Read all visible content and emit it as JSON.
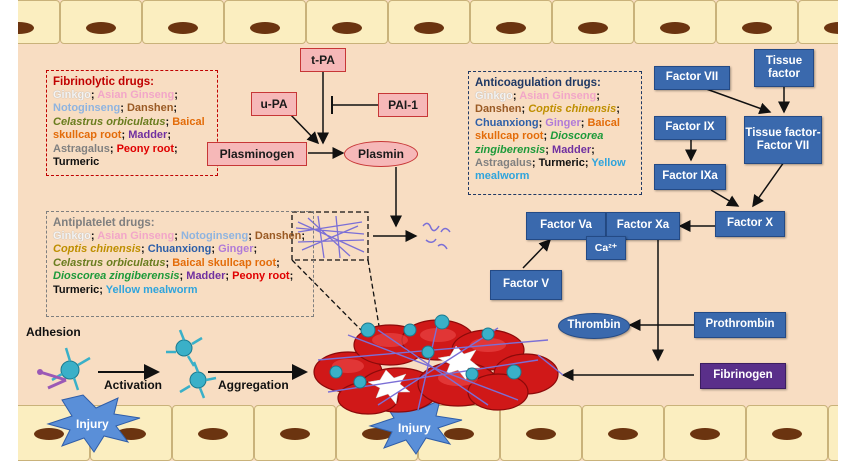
{
  "pathway": {
    "tpa": "t-PA",
    "upa": "u-PA",
    "pai1": "PAI-1",
    "plasminogen": "Plasminogen",
    "plasmin": "Plasmin"
  },
  "coagulation": {
    "factor_vii": "Factor VII",
    "tissue_factor": "Tissue factor",
    "factor_ix": "Factor IX",
    "tf_fvii": "Tissue factor-Factor VII",
    "factor_ixa": "Factor IXa",
    "factor_va": "Factor Va",
    "factor_xa": "Factor Xa",
    "factor_x": "Factor X",
    "calcium": "Ca²⁺",
    "factor_v": "Factor V",
    "thrombin": "Thrombin",
    "prothrombin": "Prothrombin",
    "fibrinogen": "Fibrinogen"
  },
  "fibrinolytic": {
    "title": "Fibrinolytic drugs:",
    "drugs": [
      {
        "name": "Ginkgo",
        "color": "#f4f4f4",
        "sep": "; "
      },
      {
        "name": "Asian Ginseng",
        "color": "#f2a6c8",
        "sep": "; "
      },
      {
        "name": "Notoginseng",
        "color": "#8fb4e0",
        "sep": "; "
      },
      {
        "name": "Danshen",
        "color": "#9a5a24",
        "sep": "; "
      },
      {
        "name": "Celastrus orbiculatus",
        "color": "#6a7d1f",
        "sep": "; ",
        "italic": true
      },
      {
        "name": "Baical skullcap root",
        "color": "#e36c0a",
        "sep": "; "
      },
      {
        "name": "Madder",
        "color": "#7030a0",
        "sep": "; "
      },
      {
        "name": "Astragalus",
        "color": "#808080",
        "sep": "; "
      },
      {
        "name": "Peony root",
        "color": "#e00000",
        "sep": "; "
      },
      {
        "name": "Turmeric",
        "color": "#111111",
        "sep": ""
      }
    ]
  },
  "antiplatelet": {
    "title": "Antiplatelet drugs:",
    "drugs": [
      {
        "name": "Ginkgo",
        "color": "#f4f4f4",
        "sep": "; "
      },
      {
        "name": "Asian Ginseng",
        "color": "#f2a6c8",
        "sep": "; "
      },
      {
        "name": "Notoginseng",
        "color": "#8fb4e0",
        "sep": "; "
      },
      {
        "name": "Danshen",
        "color": "#9a5a24",
        "sep": "; "
      },
      {
        "name": "Coptis chinensis",
        "color": "#bf8f00",
        "sep": "; ",
        "italic": true
      },
      {
        "name": "Chuanxiong",
        "color": "#2e5fa8",
        "sep": "; "
      },
      {
        "name": "Ginger",
        "color": "#b07ad8",
        "sep": "; "
      },
      {
        "name": "Celastrus orbiculatus",
        "color": "#6a7d1f",
        "sep": "; ",
        "italic": true
      },
      {
        "name": "Baical skullcap root",
        "color": "#e36c0a",
        "sep": "; "
      },
      {
        "name": "Dioscorea zingiberensis",
        "color": "#1e9a3a",
        "sep": "; ",
        "italic": true
      },
      {
        "name": "Madder",
        "color": "#7030a0",
        "sep": "; "
      },
      {
        "name": "Peony root",
        "color": "#e00000",
        "sep": "; "
      },
      {
        "name": "Turmeric",
        "color": "#111111",
        "sep": "; "
      },
      {
        "name": "Yellow mealworm",
        "color": "#2fa4dc",
        "sep": ""
      }
    ]
  },
  "anticoagulation": {
    "title": "Anticoagulation drugs:",
    "drugs": [
      {
        "name": "Ginkgo",
        "color": "#f4f4f4",
        "sep": "; "
      },
      {
        "name": "Asian Ginseng",
        "color": "#f2a6c8",
        "sep": "; "
      },
      {
        "name": "Danshen",
        "color": "#9a5a24",
        "sep": "; "
      },
      {
        "name": "Coptis chinensis",
        "color": "#bf8f00",
        "sep": "; ",
        "italic": true
      },
      {
        "name": "Chuanxiong",
        "color": "#2e5fa8",
        "sep": "; "
      },
      {
        "name": "Ginger",
        "color": "#b07ad8",
        "sep": "; "
      },
      {
        "name": "Baical skullcap root",
        "color": "#e36c0a",
        "sep": "; "
      },
      {
        "name": "Dioscorea zingiberensis",
        "color": "#1e9a3a",
        "sep": "; ",
        "italic": true
      },
      {
        "name": "Madder",
        "color": "#7030a0",
        "sep": "; "
      },
      {
        "name": "Astragalus",
        "color": "#808080",
        "sep": "; "
      },
      {
        "name": "Turmeric",
        "color": "#111111",
        "sep": "; "
      },
      {
        "name": "Yellow mealworm",
        "color": "#2fa4dc",
        "sep": ""
      }
    ]
  },
  "process": {
    "adhesion": "Adhesion",
    "activation": "Activation",
    "aggregation": "Aggregation",
    "injury_left": "Injury",
    "injury_right": "Injury"
  },
  "colors": {
    "background": "#f8ddc2",
    "endothelial_cell": "#fbeec0",
    "nucleus": "#6b3410",
    "red_box": "#f6b8b8",
    "blue_box": "#3a69ad",
    "fibrinogen_box": "#5a2f8a",
    "fibrinolytic_border": "#c00000",
    "antiplatelet_border": "#7f7f7f",
    "anticoagulation_border": "#1f3864",
    "red_cell": "#d01818",
    "platelet": "#3ab0c8",
    "fibrin": "#7b6fd6",
    "injury_star": "#5a8fd8"
  }
}
